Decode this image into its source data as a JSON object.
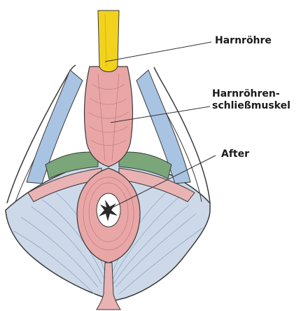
{
  "labels": {
    "urethra": "Harnröhre",
    "sphincter_line1": "Harnröhren-",
    "sphincter_line2": "schließmuskel",
    "anus": "After"
  },
  "colors": {
    "urethra": "#f2d21c",
    "muscle_pink": "#e9a6a6",
    "muscle_dark": "#d98585",
    "fascia_blue": "#a9c4e2",
    "muscle_green": "#7aa67a",
    "outline": "#3a3a3a",
    "leader": "#333333"
  }
}
